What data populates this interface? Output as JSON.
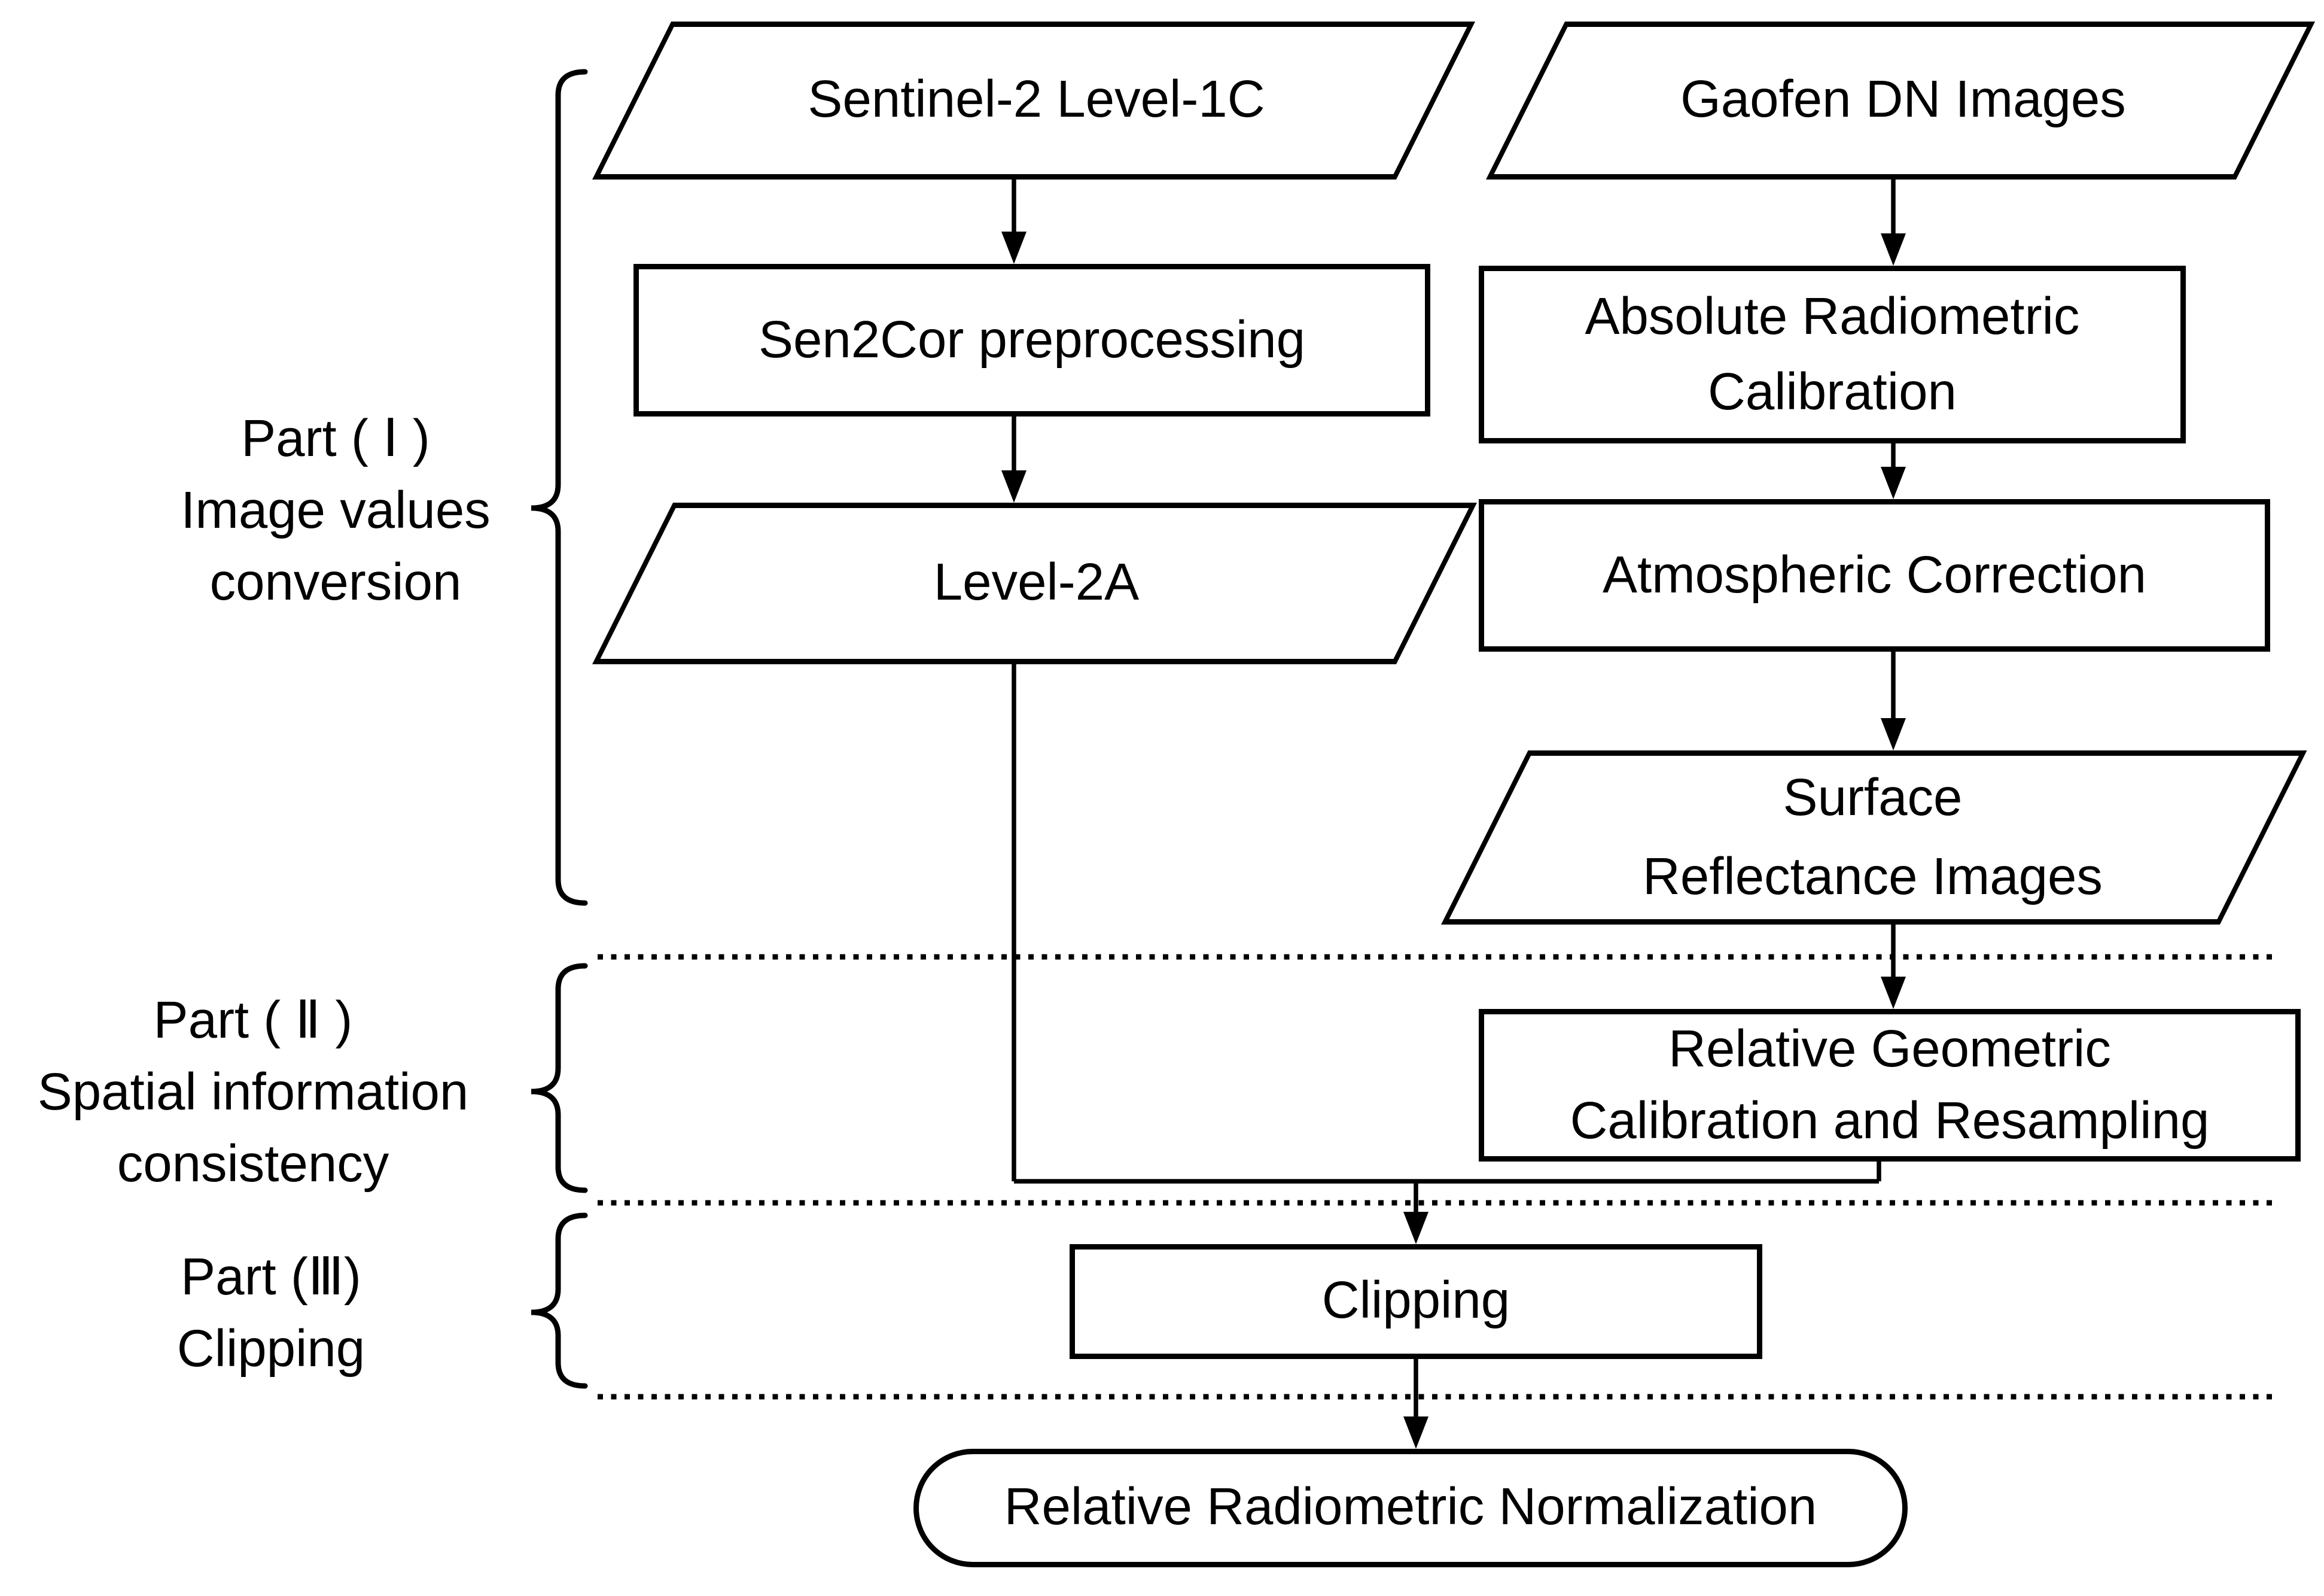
{
  "figure": {
    "background": "#ffffff",
    "stroke_color": "#000000",
    "nodes": {
      "sentinel2": {
        "label": "Sentinel-2 Level-1C",
        "shape": "parallelogram"
      },
      "sen2cor": {
        "label": "Sen2Cor preprocessing",
        "shape": "rectangle"
      },
      "level2a": {
        "label": "Level-2A",
        "shape": "parallelogram"
      },
      "gaofen": {
        "label": "Gaofen DN Images",
        "shape": "parallelogram"
      },
      "abs_radiometric": {
        "line1": "Absolute Radiometric",
        "line2": "Calibration",
        "shape": "rectangle"
      },
      "atmospheric": {
        "label": "Atmospheric Correction",
        "shape": "rectangle"
      },
      "surface_reflectance": {
        "line1": "Surface",
        "line2": "Reflectance Images",
        "shape": "parallelogram"
      },
      "rel_geometric": {
        "line1": "Relative Geometric",
        "line2": "Calibration and Resampling",
        "shape": "rectangle"
      },
      "clipping": {
        "label": "Clipping",
        "shape": "rectangle"
      },
      "output": {
        "label": "Relative Radiometric Normalization",
        "shape": "terminator"
      }
    },
    "part_labels": [
      {
        "line1": "Part ( Ⅰ )",
        "line2": "Image values",
        "line3": "conversion"
      },
      {
        "line1": "Part ( Ⅱ )",
        "line2": "Spatial information",
        "line3": "consistency"
      },
      {
        "line1": "Part (Ⅲ)",
        "line2": "Clipping"
      }
    ]
  }
}
